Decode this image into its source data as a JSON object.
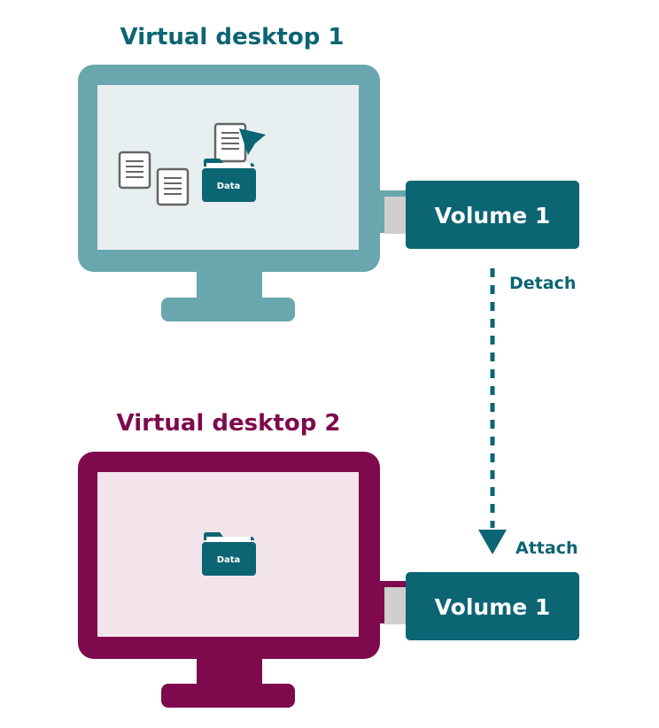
{
  "desktops": [
    {
      "title": "Virtual desktop 1",
      "folder_label": "Data"
    },
    {
      "title": "Virtual desktop 2",
      "folder_label": "Data"
    }
  ],
  "volumes": [
    {
      "label": "Volume 1"
    },
    {
      "label": "Volume 1"
    }
  ],
  "actions": {
    "detach": "Detach",
    "attach": "Attach"
  },
  "colors": {
    "teal_dark": "#0b6573",
    "teal_frame": "#6aa6ae",
    "teal_screen": "#e8eff1",
    "plum_frame": "#7e0a4d",
    "plum_screen": "#f3e4ec",
    "connector": "#cfcfcf",
    "doc_stroke": "#666666"
  }
}
